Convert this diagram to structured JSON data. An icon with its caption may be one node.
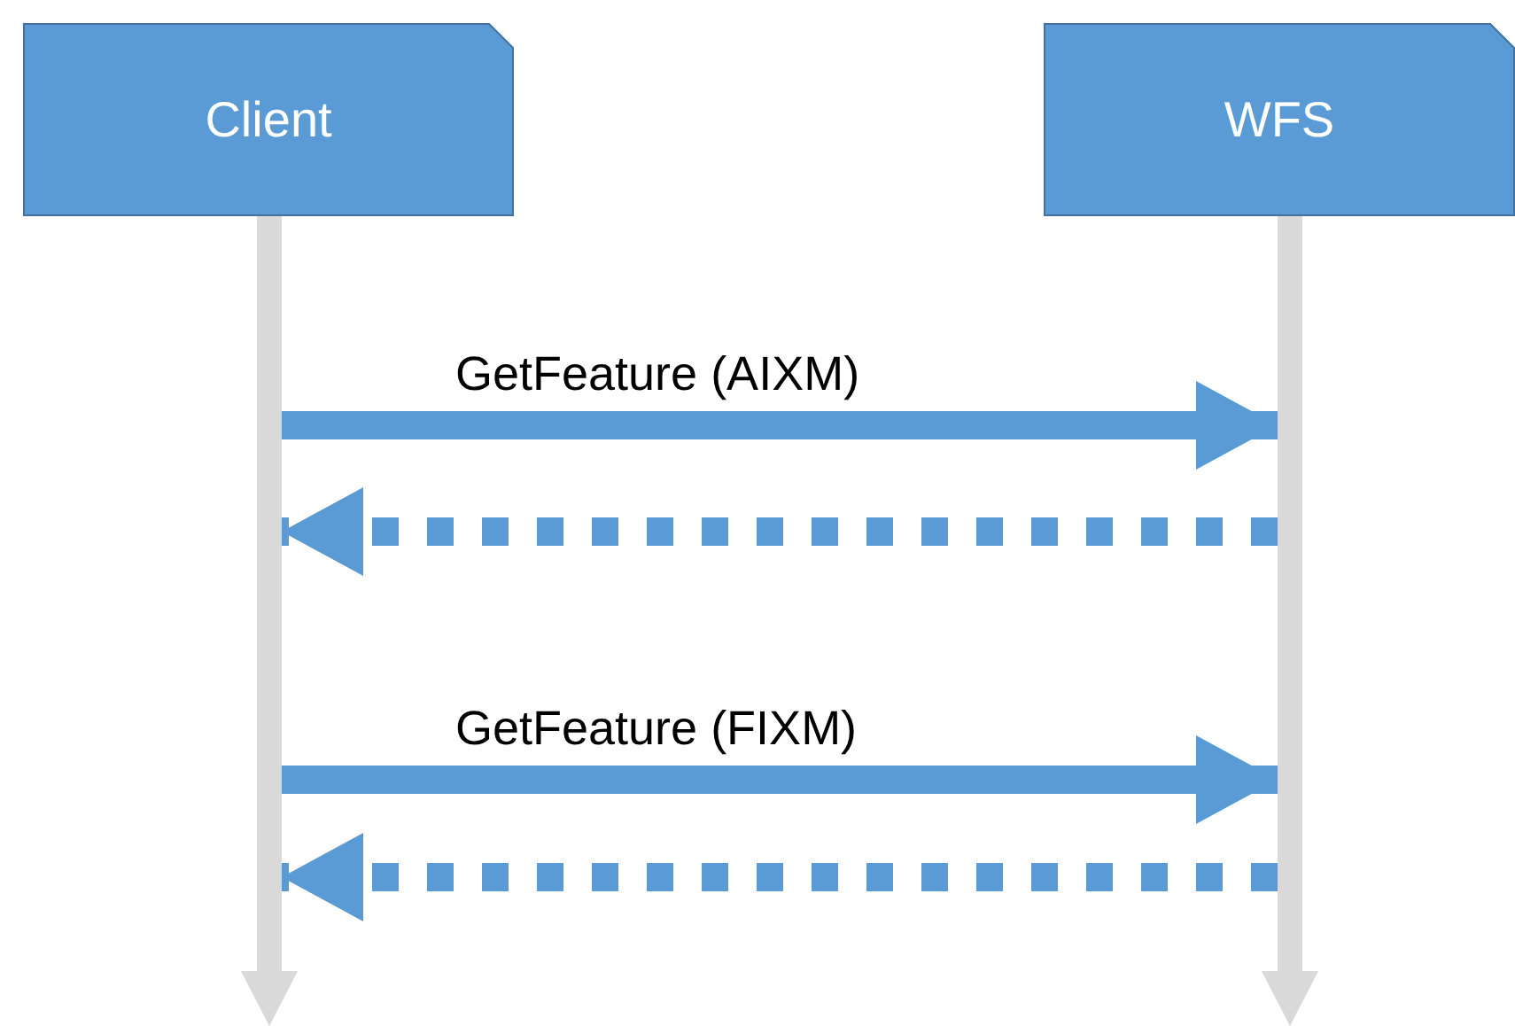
{
  "diagram": {
    "nodes": [
      {
        "text": [
          "Client"
        ]
      },
      {
        "text": [
          "WFS"
        ]
      },
      {
        "text": [],
        "shape": "bar"
      },
      {
        "text": [],
        "shape": "bar"
      }
    ],
    "edges": [
      {
        "from": 2,
        "to": 3,
        "arrow": "to",
        "label": "GetFeature (AIXM)"
      },
      {
        "from": 3,
        "to": 2,
        "arrow": "to",
        "style": "dashed"
      },
      {
        "from": 2,
        "to": 3,
        "arrow": "to",
        "label": "GetFeature (FIXM)"
      },
      {
        "from": 3,
        "to": 2,
        "arrow": "to",
        "style": "dashed"
      }
    ]
  }
}
